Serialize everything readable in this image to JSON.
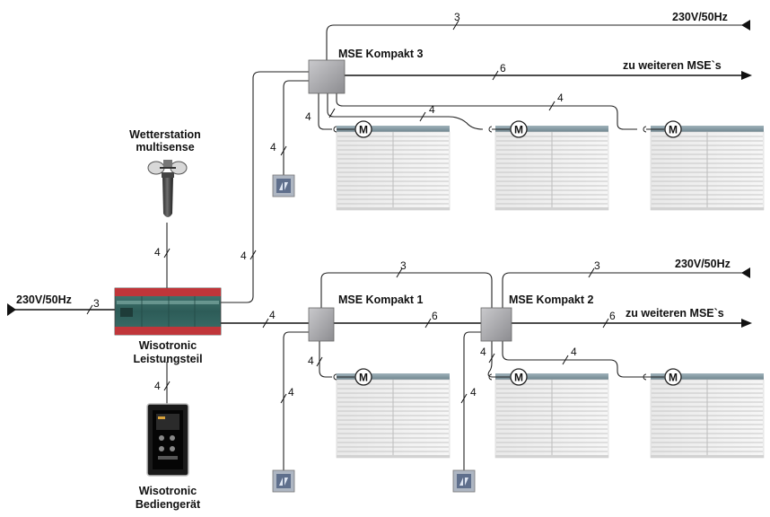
{
  "power_label": "230V/50Hz",
  "further_label": "zu weiteren MSE`s",
  "motor_label": "M",
  "weather_station": {
    "line1": "Wetterstation",
    "line2": "multisense"
  },
  "power_unit": {
    "line1": "Wisotronic",
    "line2": "Leistungsteil"
  },
  "control_unit": {
    "line1": "Wisotronic",
    "line2": "Bediengerät"
  },
  "mse": {
    "k1": "MSE Kompakt 1",
    "k2": "MSE Kompakt 2",
    "k3": "MSE Kompakt 3"
  },
  "wire_counts": {
    "three": "3",
    "four": "4",
    "six": "6"
  }
}
